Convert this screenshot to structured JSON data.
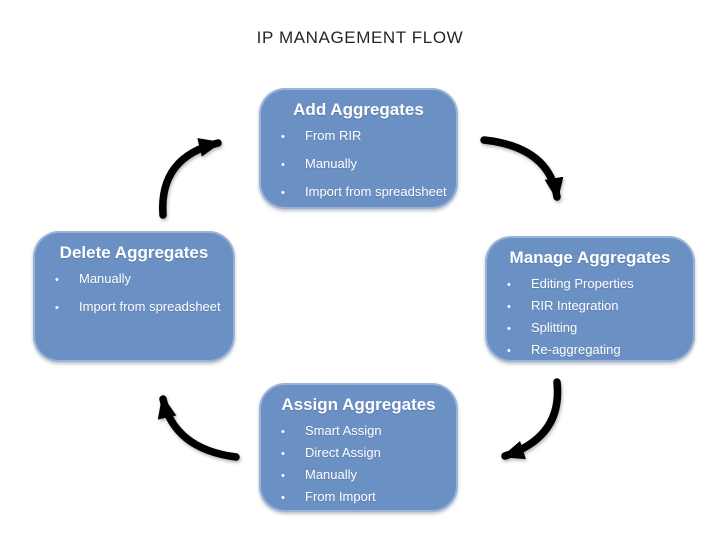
{
  "title": "IP MANAGEMENT FLOW",
  "colors": {
    "box_fill": "#6B90C4",
    "box_text": "#FFFFFF",
    "arrow": "#000000",
    "title_text": "#262626"
  },
  "flow": {
    "type": "cycle",
    "direction": "clockwise",
    "order": [
      "Add Aggregates",
      "Manage Aggregates",
      "Assign Aggregates",
      "Delete Aggregates"
    ]
  },
  "nodes": {
    "top": {
      "title": "Add Aggregates",
      "items": [
        "From RIR",
        "Manually",
        "Import from spreadsheet"
      ]
    },
    "right": {
      "title": "Manage Aggregates",
      "items": [
        "Editing Properties",
        "RIR Integration",
        "Splitting",
        "Re-aggregating"
      ]
    },
    "bottom": {
      "title": "Assign Aggregates",
      "items": [
        "Smart Assign",
        "Direct Assign",
        "Manually",
        "From Import"
      ]
    },
    "left": {
      "title": "Delete Aggregates",
      "items": [
        "Manually",
        "Import from spreadsheet"
      ]
    }
  }
}
